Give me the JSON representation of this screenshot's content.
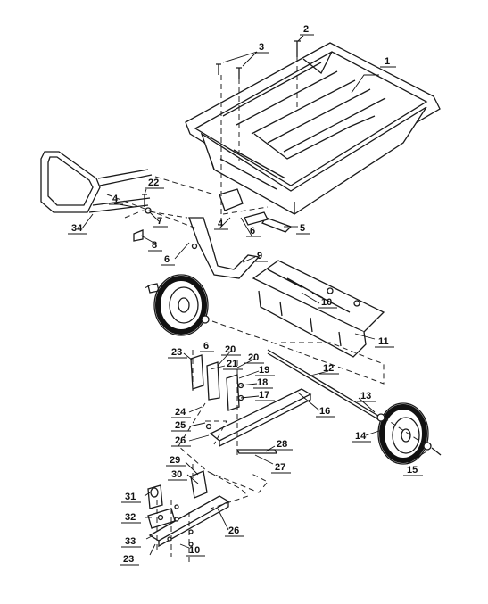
{
  "callouts": [
    {
      "id": "c1",
      "label": "1"
    },
    {
      "id": "c2",
      "label": "2"
    },
    {
      "id": "c3",
      "label": "3"
    },
    {
      "id": "c4a",
      "label": "4"
    },
    {
      "id": "c4b",
      "label": "4"
    },
    {
      "id": "c5",
      "label": "5"
    },
    {
      "id": "c6a",
      "label": "6"
    },
    {
      "id": "c6b",
      "label": "6"
    },
    {
      "id": "c6c",
      "label": "6"
    },
    {
      "id": "c7",
      "label": "7"
    },
    {
      "id": "c8",
      "label": "8"
    },
    {
      "id": "c9",
      "label": "9"
    },
    {
      "id": "c10a",
      "label": "10"
    },
    {
      "id": "c10b",
      "label": "10"
    },
    {
      "id": "c11",
      "label": "11"
    },
    {
      "id": "c12",
      "label": "12"
    },
    {
      "id": "c13",
      "label": "13"
    },
    {
      "id": "c14",
      "label": "14"
    },
    {
      "id": "c15",
      "label": "15"
    },
    {
      "id": "c16",
      "label": "16"
    },
    {
      "id": "c17",
      "label": "17"
    },
    {
      "id": "c18",
      "label": "18"
    },
    {
      "id": "c19",
      "label": "19"
    },
    {
      "id": "c20a",
      "label": "20"
    },
    {
      "id": "c20b",
      "label": "20"
    },
    {
      "id": "c21",
      "label": "21"
    },
    {
      "id": "c22",
      "label": "22"
    },
    {
      "id": "c23a",
      "label": "23"
    },
    {
      "id": "c23b",
      "label": "23"
    },
    {
      "id": "c24",
      "label": "24"
    },
    {
      "id": "c25",
      "label": "25"
    },
    {
      "id": "c26a",
      "label": "26"
    },
    {
      "id": "c26b",
      "label": "26"
    },
    {
      "id": "c27",
      "label": "27"
    },
    {
      "id": "c28",
      "label": "28"
    },
    {
      "id": "c29",
      "label": "29"
    },
    {
      "id": "c30",
      "label": "30"
    },
    {
      "id": "c31",
      "label": "31"
    },
    {
      "id": "c32",
      "label": "32"
    },
    {
      "id": "c33",
      "label": "33"
    },
    {
      "id": "c34",
      "label": "34"
    }
  ]
}
